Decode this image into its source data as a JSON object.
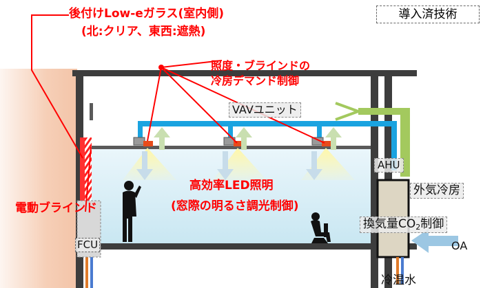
{
  "badge": {
    "text": "導入済技術"
  },
  "callouts": {
    "glass_title": "後付けLow-eガラス(室内側)",
    "glass_sub": "(北:クリア、東西:遮熱)",
    "control_line1": "照度・ブラインドの",
    "control_line2": "冷房デマンド制御",
    "blind": "電動ブラインド",
    "led_line1": "高効率LED照明",
    "led_line2": "(窓際の明るさ調光制御)"
  },
  "equipment": {
    "vav": "VAVユニット",
    "ahu": "AHU",
    "fcu": "FCU",
    "outdoor_cooling": "外気冷房",
    "co2_prefix": "換気量CO",
    "co2_sub": "2",
    "co2_suffix": "制御",
    "oa": "OA",
    "chilled_water": "冷温水"
  },
  "colors": {
    "callout_red": "#ff0000",
    "frame": "#3d3d3d",
    "duct_blue": "#1aa3e0",
    "return_green": "#a3c95e",
    "room_fill": "#d6eef6",
    "facade": "#f6cfb7",
    "ahu_fill": "#ddd6c3"
  }
}
